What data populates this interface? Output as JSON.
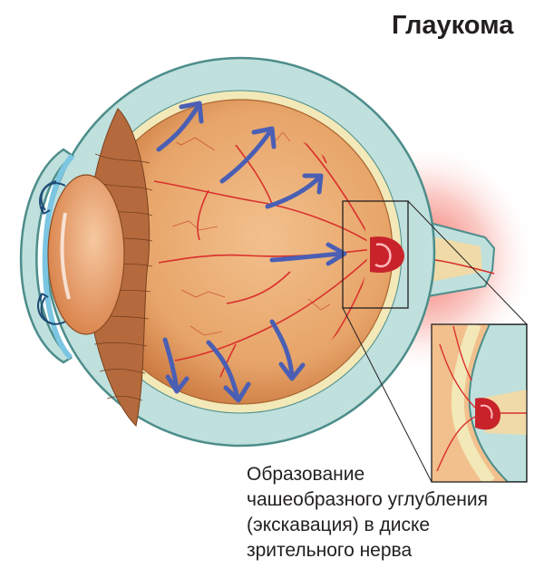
{
  "title": "Глаукома",
  "caption": {
    "lines": [
      "Образование",
      "чашеобразного углубления",
      "(экскавация) в диске",
      "зрительного нерва"
    ]
  },
  "colors": {
    "sclera": "#bfe0dd",
    "outline": "#4d8d8b",
    "retina_band": "#f2e8b8",
    "globe": "#e5a063",
    "globe_light": "#f2c08d",
    "lens": "#e59a65",
    "vessel": "#d9302c",
    "pressure_arrow": "#4a5fb4",
    "glow": "#f0493f",
    "nerve_fill": "#f0dba8"
  }
}
